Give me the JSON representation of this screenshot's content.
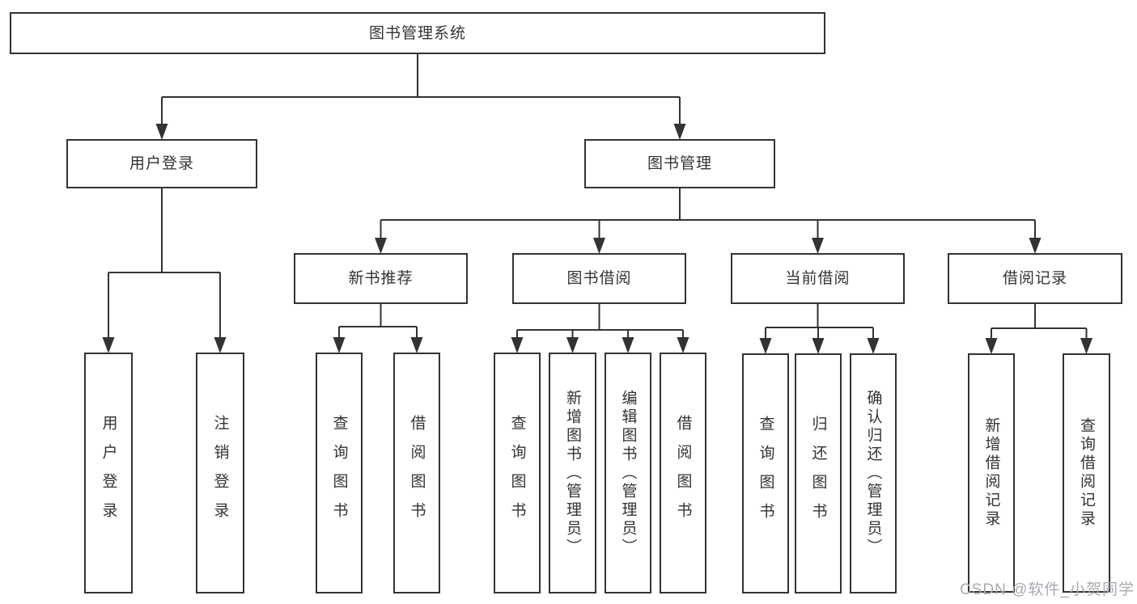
{
  "diagram": {
    "type": "hierarchy-tree",
    "colors": {
      "line": "#333333",
      "box_border": "#333333",
      "box_fill": "#ffffff",
      "text": "#333333",
      "background": "#ffffff"
    },
    "nodes": [
      {
        "id": "root",
        "label": "图书管理系统",
        "parent": null,
        "orientation": "horizontal"
      },
      {
        "id": "user-login",
        "label": "用户登录",
        "parent": "root",
        "orientation": "horizontal"
      },
      {
        "id": "book-management",
        "label": "图书管理",
        "parent": "root",
        "orientation": "horizontal"
      },
      {
        "id": "new-book-recommend",
        "label": "新书推荐",
        "parent": "book-management",
        "orientation": "horizontal"
      },
      {
        "id": "book-borrowing",
        "label": "图书借阅",
        "parent": "book-management",
        "orientation": "horizontal"
      },
      {
        "id": "current-borrowing",
        "label": "当前借阅",
        "parent": "book-management",
        "orientation": "horizontal"
      },
      {
        "id": "borrowing-records",
        "label": "借阅记录",
        "parent": "book-management",
        "orientation": "horizontal"
      },
      {
        "id": "v-user-login",
        "label": "用户登录",
        "parent": "user-login",
        "orientation": "vertical"
      },
      {
        "id": "v-logout-login",
        "label": "注销登录",
        "parent": "user-login",
        "orientation": "vertical"
      },
      {
        "id": "v-query-books-1",
        "label": "查询图书",
        "parent": "new-book-recommend",
        "orientation": "vertical"
      },
      {
        "id": "v-borrow-books-1",
        "label": "借阅图书",
        "parent": "new-book-recommend",
        "orientation": "vertical"
      },
      {
        "id": "v-query-books-2",
        "label": "查询图书",
        "parent": "book-borrowing",
        "orientation": "vertical"
      },
      {
        "id": "v-add-books",
        "label": "新增图书（管理员）",
        "parent": "book-borrowing",
        "orientation": "vertical"
      },
      {
        "id": "v-edit-books",
        "label": "编辑图书（管理员）",
        "parent": "book-borrowing",
        "orientation": "vertical"
      },
      {
        "id": "v-borrow-books-2",
        "label": "借阅图书",
        "parent": "book-borrowing",
        "orientation": "vertical"
      },
      {
        "id": "v-query-books-3",
        "label": "查询图书",
        "parent": "current-borrowing",
        "orientation": "vertical"
      },
      {
        "id": "v-return-books",
        "label": "归还图书",
        "parent": "current-borrowing",
        "orientation": "vertical"
      },
      {
        "id": "v-confirm-return",
        "label": "确认归还（管理员）",
        "parent": "current-borrowing",
        "orientation": "vertical"
      },
      {
        "id": "v-add-borrow-record",
        "label": "新增借阅记录",
        "parent": "borrowing-records",
        "orientation": "vertical"
      },
      {
        "id": "v-query-borrow-record",
        "label": "查询借阅记录",
        "parent": "borrowing-records",
        "orientation": "vertical"
      }
    ]
  },
  "watermark": {
    "text": "CSDN @软件_小贺同学",
    "color": "#a9a9b2"
  }
}
